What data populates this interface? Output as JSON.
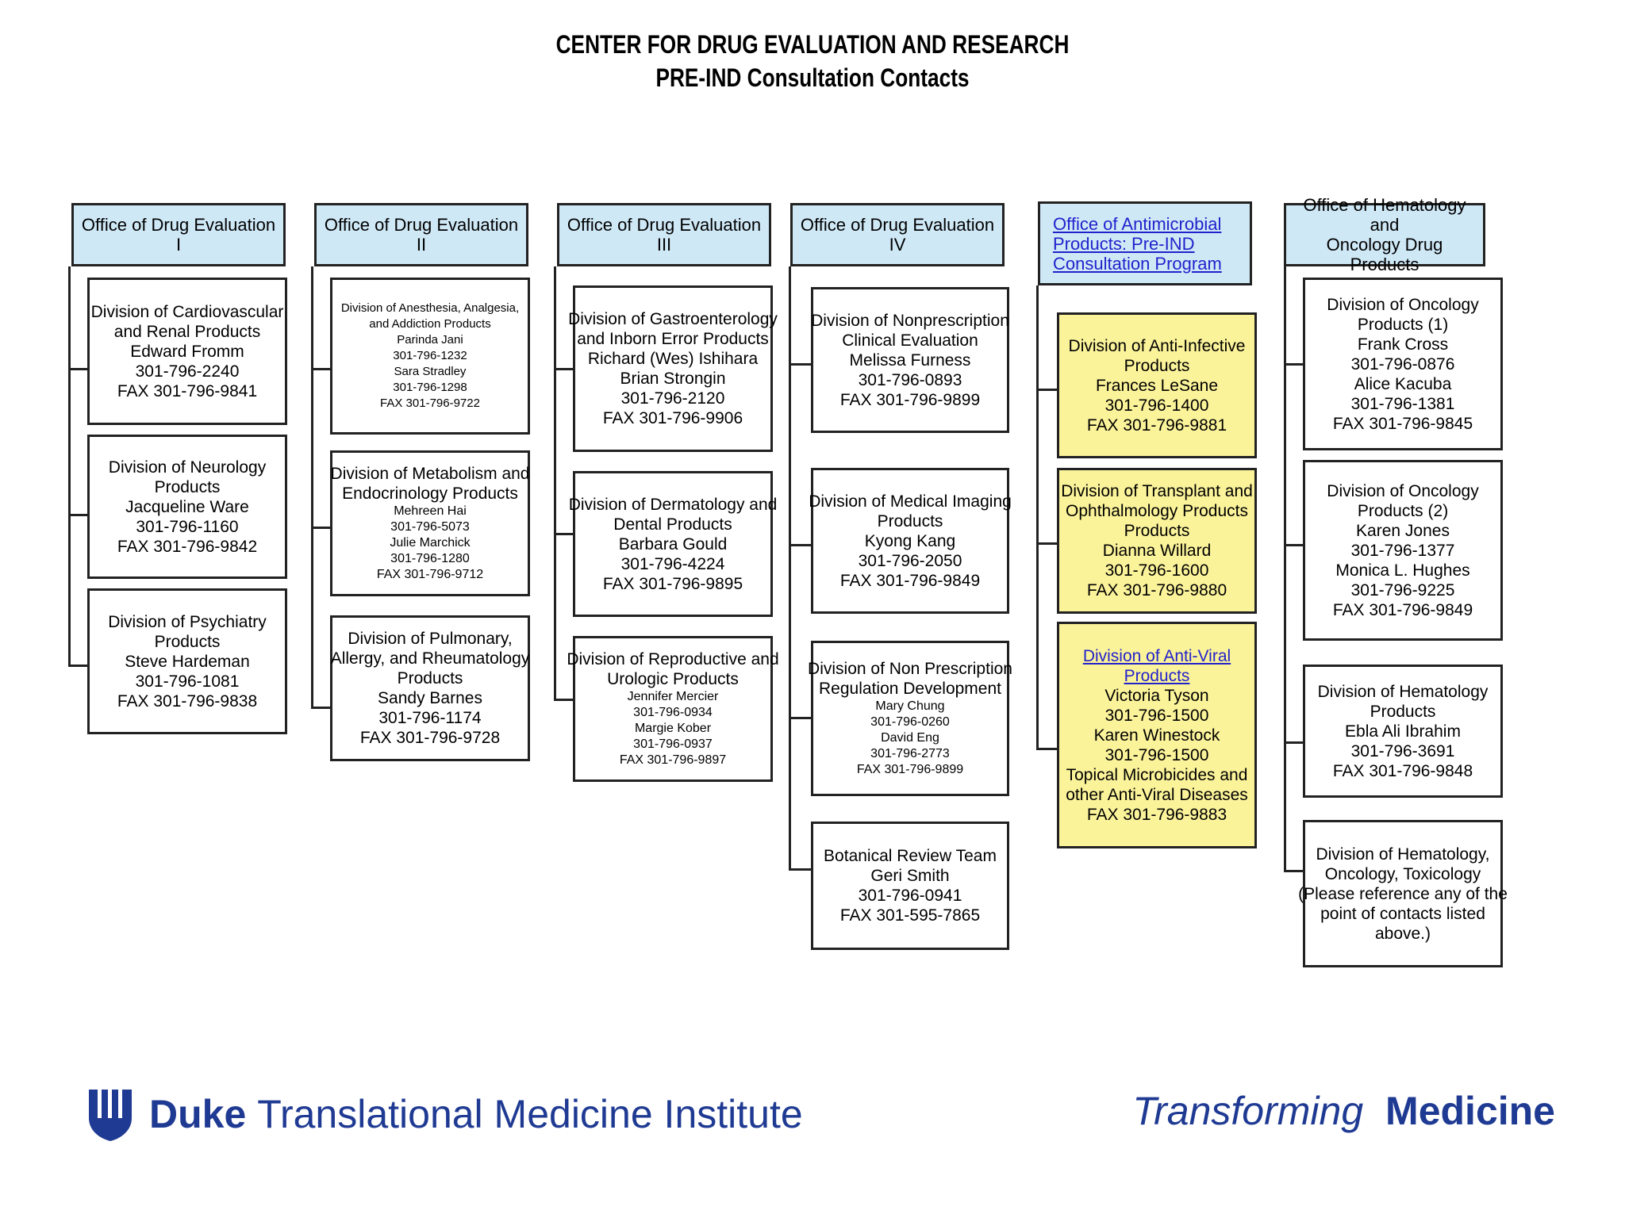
{
  "title": {
    "line1": "CENTER FOR DRUG EVALUATION AND RESEARCH",
    "line2": "PRE-IND Consultation Contacts"
  },
  "offices": [
    {
      "name": "Office of Drug Evaluation I",
      "divisions": [
        {
          "lines": [
            "Division of Cardiovascular",
            "and Renal Products",
            "Edward Fromm",
            "301-796-2240",
            "FAX 301-796-9841"
          ]
        },
        {
          "lines": [
            "Division of Neurology",
            "Products",
            "Jacqueline Ware",
            "301-796-1160",
            "FAX 301-796-9842"
          ]
        },
        {
          "lines": [
            "Division of Psychiatry",
            "Products",
            "Steve Hardeman",
            "301-796-1081",
            "FAX 301-796-9838"
          ]
        }
      ]
    },
    {
      "name": "Office of Drug Evaluation II",
      "divisions": [
        {
          "lines": [
            "Division of Anesthesia, Analgesia,",
            "and Addiction Products",
            "Parinda Jani",
            "301-796-1232",
            "Sara Stradley",
            "301-796-1298",
            "FAX 301-796-9722"
          ]
        },
        {
          "lines": [
            "Division of Metabolism and",
            "Endocrinology Products",
            "Mehreen Hai",
            "301-796-5073",
            "Julie Marchick",
            "301-796-1280",
            "FAX 301-796-9712"
          ]
        },
        {
          "lines": [
            "Division of Pulmonary,",
            "Allergy, and Rheumatology",
            "Products",
            "Sandy Barnes",
            "301-796-1174",
            "FAX 301-796-9728"
          ]
        }
      ]
    },
    {
      "name": "Office of Drug Evaluation III",
      "divisions": [
        {
          "lines": [
            "Division of Gastroenterology",
            "and Inborn Error Products",
            "Richard (Wes) Ishihara",
            "Brian Strongin",
            "301-796-2120",
            "FAX 301-796-9906"
          ]
        },
        {
          "lines": [
            "Division of Dermatology and",
            "Dental Products",
            "Barbara Gould",
            "301-796-4224",
            "FAX 301-796-9895"
          ]
        },
        {
          "lines": [
            "Division of Reproductive and",
            "Urologic Products",
            "Jennifer Mercier",
            "301-796-0934",
            "Margie Kober",
            "301-796-0937",
            "FAX 301-796-9897"
          ]
        }
      ]
    },
    {
      "name": "Office of Drug Evaluation IV",
      "divisions": [
        {
          "lines": [
            "Division of Nonprescription",
            "Clinical Evaluation",
            "Melissa Furness",
            "301-796-0893",
            "FAX 301-796-9899"
          ]
        },
        {
          "lines": [
            "Division of Medical Imaging",
            "Products",
            "Kyong Kang",
            "301-796-2050",
            "FAX 301-796-9849"
          ]
        },
        {
          "lines": [
            "Division of Non Prescription",
            "Regulation Development",
            "Mary Chung",
            "301-796-0260",
            "David Eng",
            "301-796-2773",
            "FAX 301-796-9899"
          ]
        },
        {
          "lines": [
            "Botanical Review Team",
            "Geri Smith",
            "301-796-0941",
            "FAX 301-595-7865"
          ]
        }
      ]
    },
    {
      "name_lines": [
        "Office of Antimicrobial",
        "Products: Pre-IND",
        "Consultation Program"
      ],
      "divisions": [
        {
          "lines": [
            "Division of Anti-Infective",
            "Products",
            "Frances LeSane",
            "301-796-1400",
            "FAX 301-796-9881"
          ]
        },
        {
          "lines": [
            "Division of Transplant and",
            "Ophthalmology Products",
            "Products",
            "Dianna Willard",
            "301-796-1600",
            "FAX 301-796-9880"
          ]
        },
        {
          "link_lines": [
            "Division of Anti-Viral",
            "Products"
          ],
          "lines": [
            "Victoria Tyson",
            "301-796-1500",
            "Karen Winestock",
            "301-796-1500",
            "Topical Microbicides and",
            "other Anti-Viral Diseases",
            "FAX 301-796-9883"
          ]
        }
      ]
    },
    {
      "name_lines": [
        "Office of Hematology and",
        "Oncology Drug Products"
      ],
      "divisions": [
        {
          "lines": [
            "Division of Oncology",
            "Products (1)",
            "Frank Cross",
            "301-796-0876",
            "Alice Kacuba",
            "301-796-1381",
            "FAX 301-796-9845"
          ]
        },
        {
          "lines": [
            "Division of Oncology",
            "Products (2)",
            "Karen Jones",
            "301-796-1377",
            "Monica L. Hughes",
            "301-796-9225",
            "FAX 301-796-9849"
          ]
        },
        {
          "lines": [
            "Division of Hematology",
            "Products",
            "Ebla Ali Ibrahim",
            "301-796-3691",
            "FAX 301-796-9848"
          ]
        },
        {
          "lines": [
            "Division of Hematology,",
            "Oncology, Toxicology",
            "(Please reference any of the",
            "point of contacts listed",
            "above.)"
          ]
        }
      ]
    }
  ],
  "footer": {
    "brand_bold": "Duke",
    "brand_rest": "Translational Medicine Institute",
    "tagline_italic": "Transforming",
    "tagline_bold": "Medicine"
  },
  "colors": {
    "office_header": "#cfe8f6",
    "highlight_box": "#fbf39a",
    "link": "#2222cc",
    "brand": "#1f3a93"
  }
}
